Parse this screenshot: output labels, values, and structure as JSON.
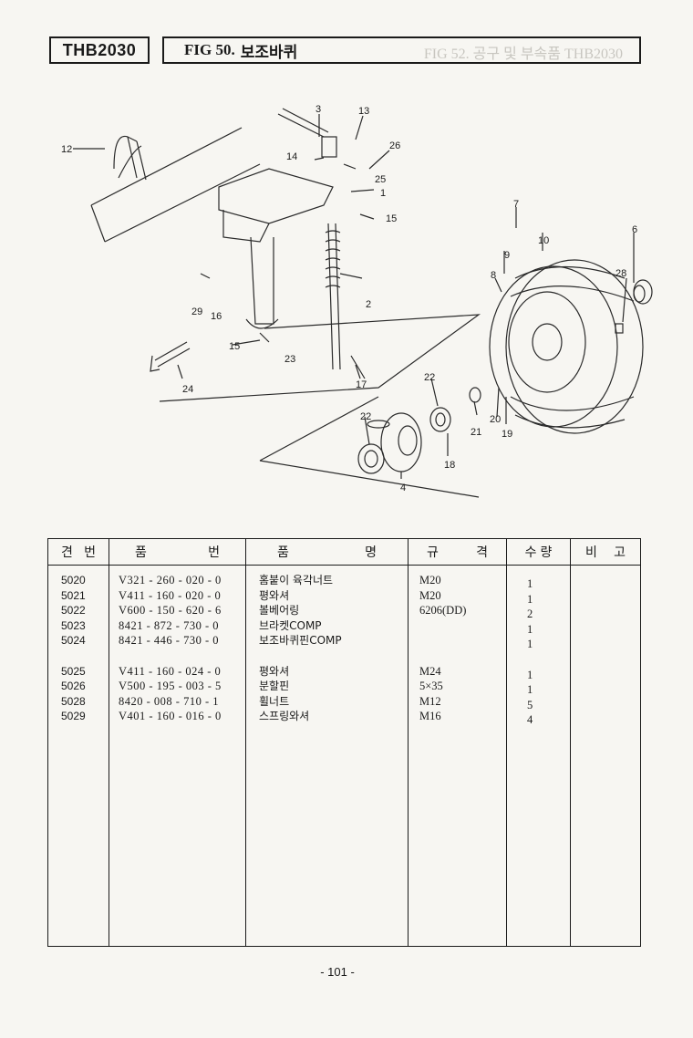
{
  "header": {
    "model": "THB2030",
    "fig_label": "FIG 50.",
    "fig_title": "보조바퀴",
    "bleed_text": "FIG 52. 공구 및 부속품  THB2030"
  },
  "diagram": {
    "callouts": [
      "12",
      "3",
      "13",
      "14",
      "26",
      "25",
      "1",
      "15",
      "2",
      "29",
      "16",
      "15",
      "23",
      "24",
      "17",
      "7",
      "9",
      "10",
      "6",
      "8",
      "28",
      "22",
      "22",
      "21",
      "20",
      "19",
      "18",
      "4"
    ]
  },
  "table": {
    "headers": {
      "no": [
        "견",
        "번"
      ],
      "part_no": [
        "품",
        "번"
      ],
      "name": [
        "품",
        "명"
      ],
      "spec": [
        "규",
        "격"
      ],
      "qty": "수 량",
      "remark": [
        "비",
        "고"
      ]
    },
    "group1": [
      {
        "no": "5020",
        "part_no": "V321 - 260 - 020 - 0",
        "name": "홈붙이 육각너트",
        "spec": "M20",
        "qty": "1"
      },
      {
        "no": "5021",
        "part_no": "V411 - 160 - 020 - 0",
        "name": "평와셔",
        "spec": "M20",
        "qty": "1"
      },
      {
        "no": "5022",
        "part_no": "V600 - 150 - 620 - 6",
        "name": "볼베어링",
        "spec": "6206(DD)",
        "qty": "2"
      },
      {
        "no": "5023",
        "part_no": "8421 - 872 - 730 - 0",
        "name": "브라켓COMP",
        "spec": "",
        "qty": "1"
      },
      {
        "no": "5024",
        "part_no": "8421 - 446 - 730 - 0",
        "name": "보조바퀴핀COMP",
        "spec": "",
        "qty": "1"
      }
    ],
    "group2": [
      {
        "no": "5025",
        "part_no": "V411 - 160 - 024 - 0",
        "name": "평와셔",
        "spec": "M24",
        "qty": "1"
      },
      {
        "no": "5026",
        "part_no": "V500 - 195 - 003 - 5",
        "name": "분할핀",
        "spec": "5×35",
        "qty": "1"
      },
      {
        "no": "5028",
        "part_no": "8420 - 008 - 710 - 1",
        "name": "휠너트",
        "spec": "M12",
        "qty": "5"
      },
      {
        "no": "5029",
        "part_no": "V401 - 160 - 016 - 0",
        "name": "스프링와셔",
        "spec": "M16",
        "qty": "4"
      }
    ]
  },
  "page_number": "- 101 -"
}
